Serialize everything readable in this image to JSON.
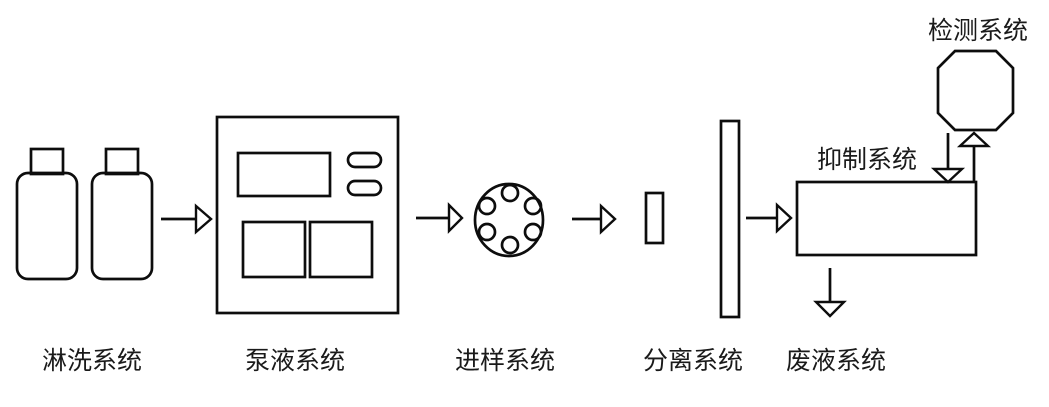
{
  "diagram": {
    "background": "#ffffff",
    "stroke_color": "#0d0d0d",
    "text_color": "#1a1a1a",
    "nodes": {
      "eluent": {
        "label": "淋洗系统",
        "icon": "eluent-bottles-icon"
      },
      "pump": {
        "label": "泵液系统",
        "icon": "pump-panel-icon"
      },
      "injection": {
        "label": "进样系统",
        "icon": "six-port-valve-icon"
      },
      "separation": {
        "label": "分离系统",
        "icon": "separation-column-icon"
      },
      "waste": {
        "label": "废液系统",
        "icon": "waste-outlet-arrow-icon"
      },
      "suppressor": {
        "label": "抑制系统",
        "icon": "suppressor-box-icon"
      },
      "detection": {
        "label": "检测系统",
        "icon": "detector-octagon-icon"
      }
    },
    "connections": [
      "eluent → pump",
      "pump → injection",
      "injection → separation",
      "separation → suppressor",
      "suppressor → waste",
      "detection → suppressor",
      "suppressor → detection"
    ]
  }
}
